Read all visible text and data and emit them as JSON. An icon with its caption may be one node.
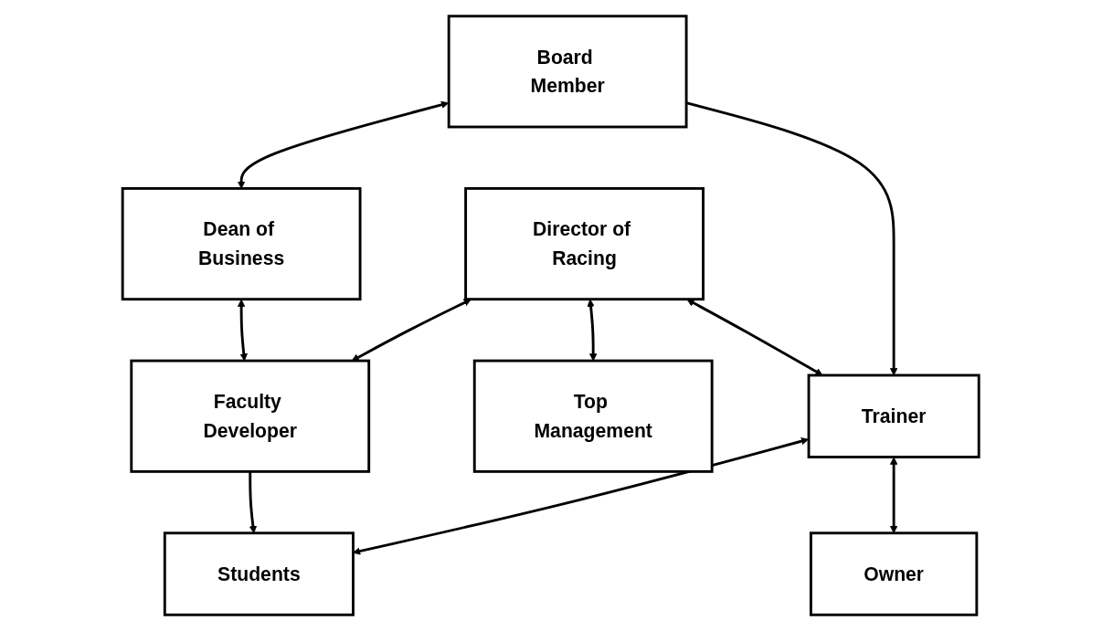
{
  "diagram": {
    "nodes": [
      {
        "text": [
          "Board Member"
        ]
      },
      {
        "text": [
          "Dean of Business"
        ]
      },
      {
        "text": [
          "Director of Racing"
        ]
      },
      {
        "text": [
          "Trainer"
        ]
      },
      {
        "text": [
          "Faculty Developer"
        ]
      },
      {
        "text": [
          "Top Management"
        ]
      },
      {
        "text": [
          "Owner"
        ]
      },
      {
        "text": [
          "Students"
        ]
      }
    ],
    "edges": [
      {
        "from": 0,
        "to": 1,
        "arrow": "both"
      },
      {
        "from": 0,
        "to": 3,
        "arrow": "to"
      },
      {
        "from": 1,
        "to": 4,
        "arrow": "both"
      },
      {
        "from": 4,
        "to": 2,
        "arrow": "both"
      },
      {
        "from": 3,
        "to": 7,
        "arrow": "both"
      },
      {
        "from": 3,
        "to": 6,
        "arrow": "both"
      },
      {
        "from": 4,
        "to": 7,
        "arrow": "to"
      },
      {
        "from": 2,
        "to": 5,
        "arrow": "both"
      },
      {
        "from": 3,
        "to": 2,
        "arrow": "both"
      }
    ]
  }
}
